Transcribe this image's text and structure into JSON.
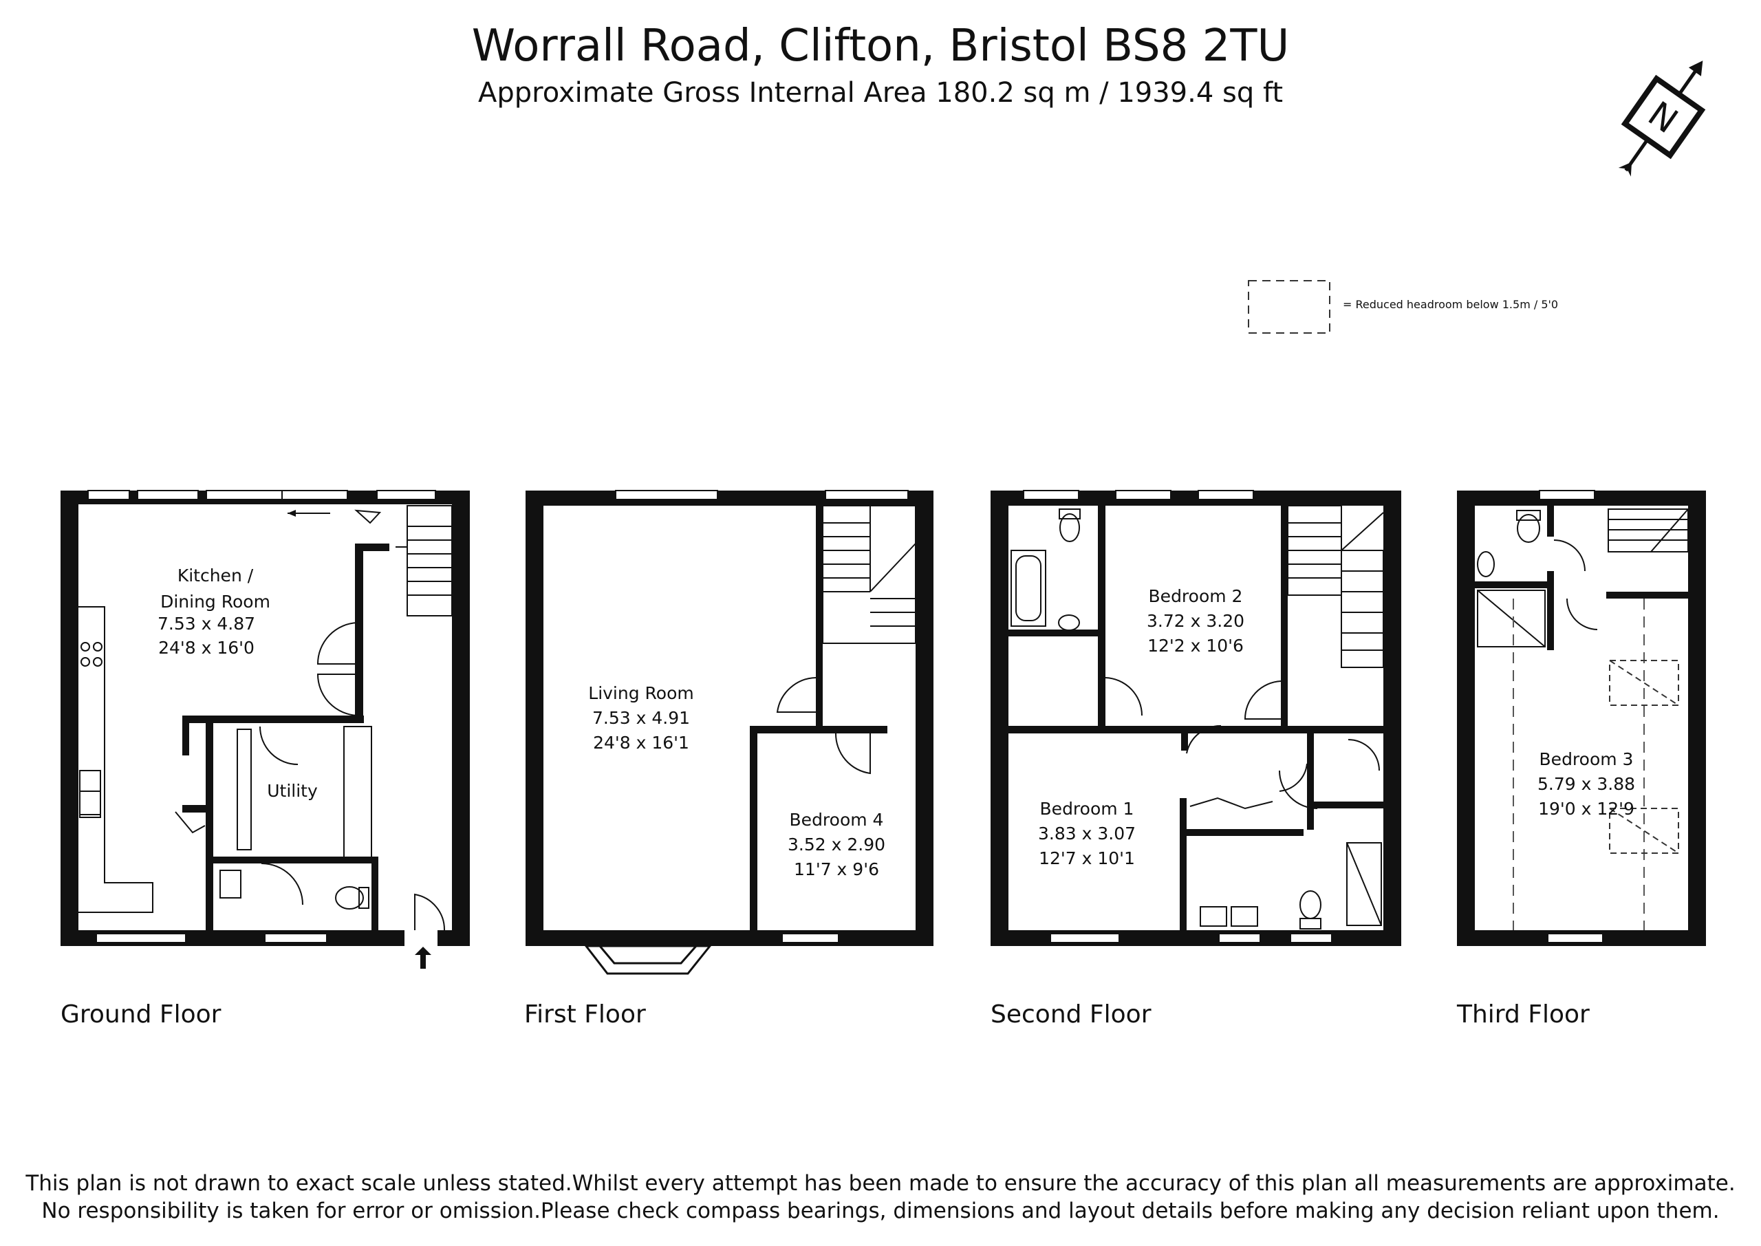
{
  "header": {
    "title": "Worrall Road, Clifton, Bristol BS8 2TU",
    "subtitle": "Approximate Gross Internal Area 180.2 sq m / 1939.4 sq ft"
  },
  "compass": {
    "letter": "N"
  },
  "legend": {
    "label": "= Reduced headroom below 1.5m / 5'0"
  },
  "floors": {
    "ground": {
      "label": "Ground Floor",
      "rooms": {
        "kitchen": {
          "name1": "Kitchen /",
          "name2": "Dining Room",
          "metric": "7.53 x 4.87",
          "imperial": "24'8 x 16'0"
        },
        "utility": {
          "name": "Utility"
        }
      }
    },
    "first": {
      "label": "First Floor",
      "rooms": {
        "living": {
          "name": "Living Room",
          "metric": "7.53 x 4.91",
          "imperial": "24'8 x 16'1"
        },
        "bedroom4": {
          "name": "Bedroom 4",
          "metric": "3.52 x 2.90",
          "imperial": "11'7 x 9'6"
        }
      }
    },
    "second": {
      "label": "Second Floor",
      "rooms": {
        "bedroom2": {
          "name": "Bedroom 2",
          "metric": "3.72 x 3.20",
          "imperial": "12'2 x 10'6"
        },
        "bedroom1": {
          "name": "Bedroom 1",
          "metric": "3.83 x 3.07",
          "imperial": "12'7 x 10'1"
        }
      }
    },
    "third": {
      "label": "Third Floor",
      "rooms": {
        "bedroom3": {
          "name": "Bedroom 3",
          "metric": "5.79 x 3.88",
          "imperial": "19'0 x 12'9"
        }
      }
    }
  },
  "disclaimer": {
    "line1": "This plan is not drawn to exact scale unless stated.Whilst every attempt has been made to ensure the accuracy of this plan all measurements are approximate.",
    "line2": "No responsibility is taken for error or omission.Please check compass bearings, dimensions and layout details before making any decision reliant upon them."
  }
}
